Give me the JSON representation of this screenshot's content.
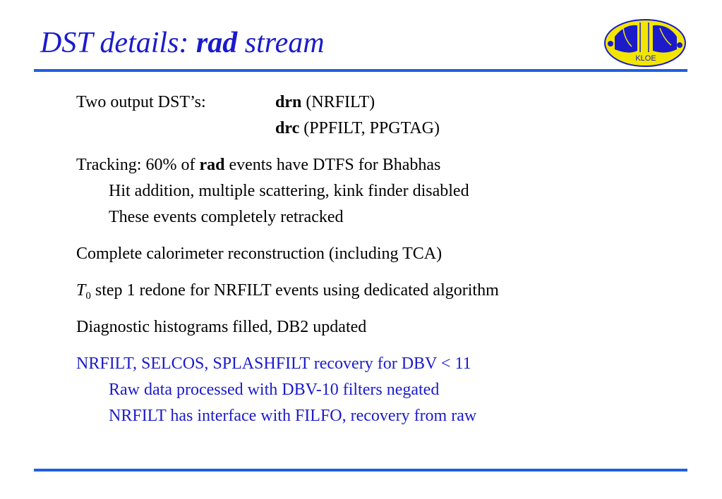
{
  "title": {
    "prefix": "DST details: ",
    "bold": "rad",
    "suffix": " stream"
  },
  "logo": {
    "text": "KLOE"
  },
  "outputs": {
    "label": "Two output DST’s:",
    "items": [
      {
        "name": "drn",
        "detail": " (NRFILT)"
      },
      {
        "name": "drc",
        "detail": " (PPFILT, PPGTAG)"
      }
    ]
  },
  "tracking": {
    "pre": "Tracking: 60% of ",
    "bold": "rad",
    "post": " events have DTFS for Bhabhas",
    "sub1": "Hit addition, multiple scattering, kink finder disabled",
    "sub2": "These events completely retracked"
  },
  "calorimeter": "Complete calorimeter reconstruction (including TCA)",
  "t0": {
    "symbol": "T",
    "subscript": "0",
    "text": " step 1 redone for NRFILT events using dedicated algorithm"
  },
  "diagnostic": "Diagnostic histograms filled, DB2 updated",
  "recovery": {
    "main": "NRFILT, SELCOS, SPLASHFILT recovery for DBV < 11",
    "sub1": "Raw data processed with DBV-10 filters negated",
    "sub2": "NRFILT has interface with FILFO, recovery from raw"
  },
  "colors": {
    "accent": "#1b1bcc",
    "rule": "#1f5fe0",
    "logo_fill": "#f2e600"
  }
}
